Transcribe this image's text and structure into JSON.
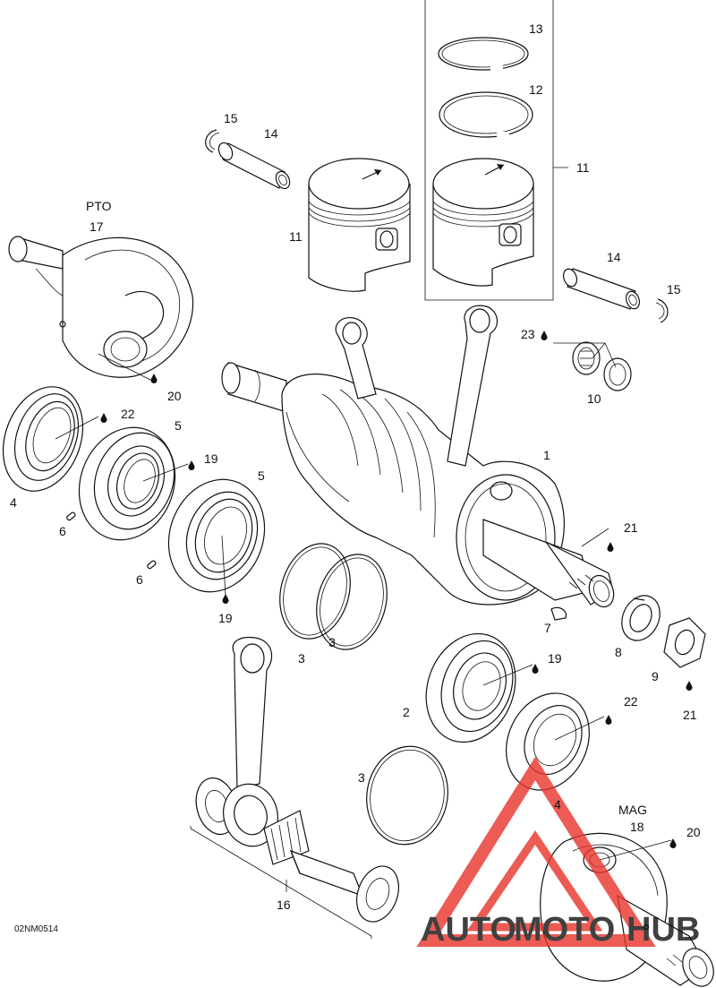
{
  "diagram": {
    "code": "02NM0514",
    "group_labels": {
      "pto": "PTO",
      "mag": "MAG"
    },
    "callouts": {
      "c1": "1",
      "c2": "2",
      "c3a": "3",
      "c3b": "3",
      "c3c": "3",
      "c4a": "4",
      "c4b": "4",
      "c5a": "5",
      "c5b": "5",
      "c6a": "6",
      "c6b": "6",
      "c7": "7",
      "c8": "8",
      "c9": "9",
      "c10": "10",
      "c11a": "11",
      "c11b": "11",
      "c12": "12",
      "c13": "13",
      "c14a": "14",
      "c14b": "14",
      "c15a": "15",
      "c15b": "15",
      "c16": "16",
      "c17": "17",
      "c18": "18",
      "c19a": "19",
      "c19b": "19",
      "c19c": "19",
      "c20a": "20",
      "c20b": "20",
      "c21a": "21",
      "c21b": "21",
      "c22a": "22",
      "c22b": "22",
      "c23": "23"
    },
    "icons": [
      "oil-drop-icon",
      "direction-arrow-icon"
    ]
  },
  "watermark": {
    "part1": "AUTO",
    "part2": "MOTO",
    "part3": "HUB",
    "color_primary": "#e8332a",
    "color_secondary": "#f4b54a",
    "color_dark": "#4a4a4a"
  }
}
